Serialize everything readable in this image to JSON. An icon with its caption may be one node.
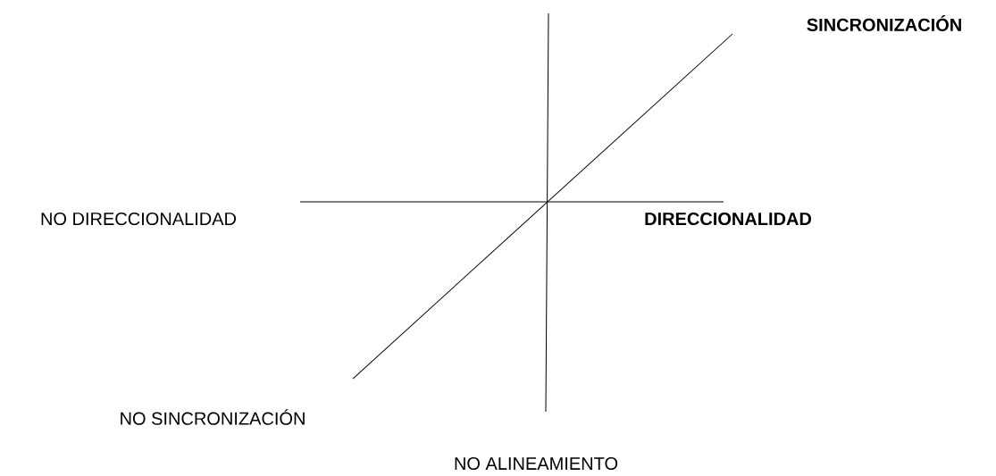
{
  "diagram": {
    "labels": [
      "SINCRONIZACIÓN",
      "NO DIRECCIONALIDAD",
      "DIRECCIONALIDAD",
      "NO SINCRONIZACIÓN",
      "NO ALINEAMIENTO"
    ]
  }
}
